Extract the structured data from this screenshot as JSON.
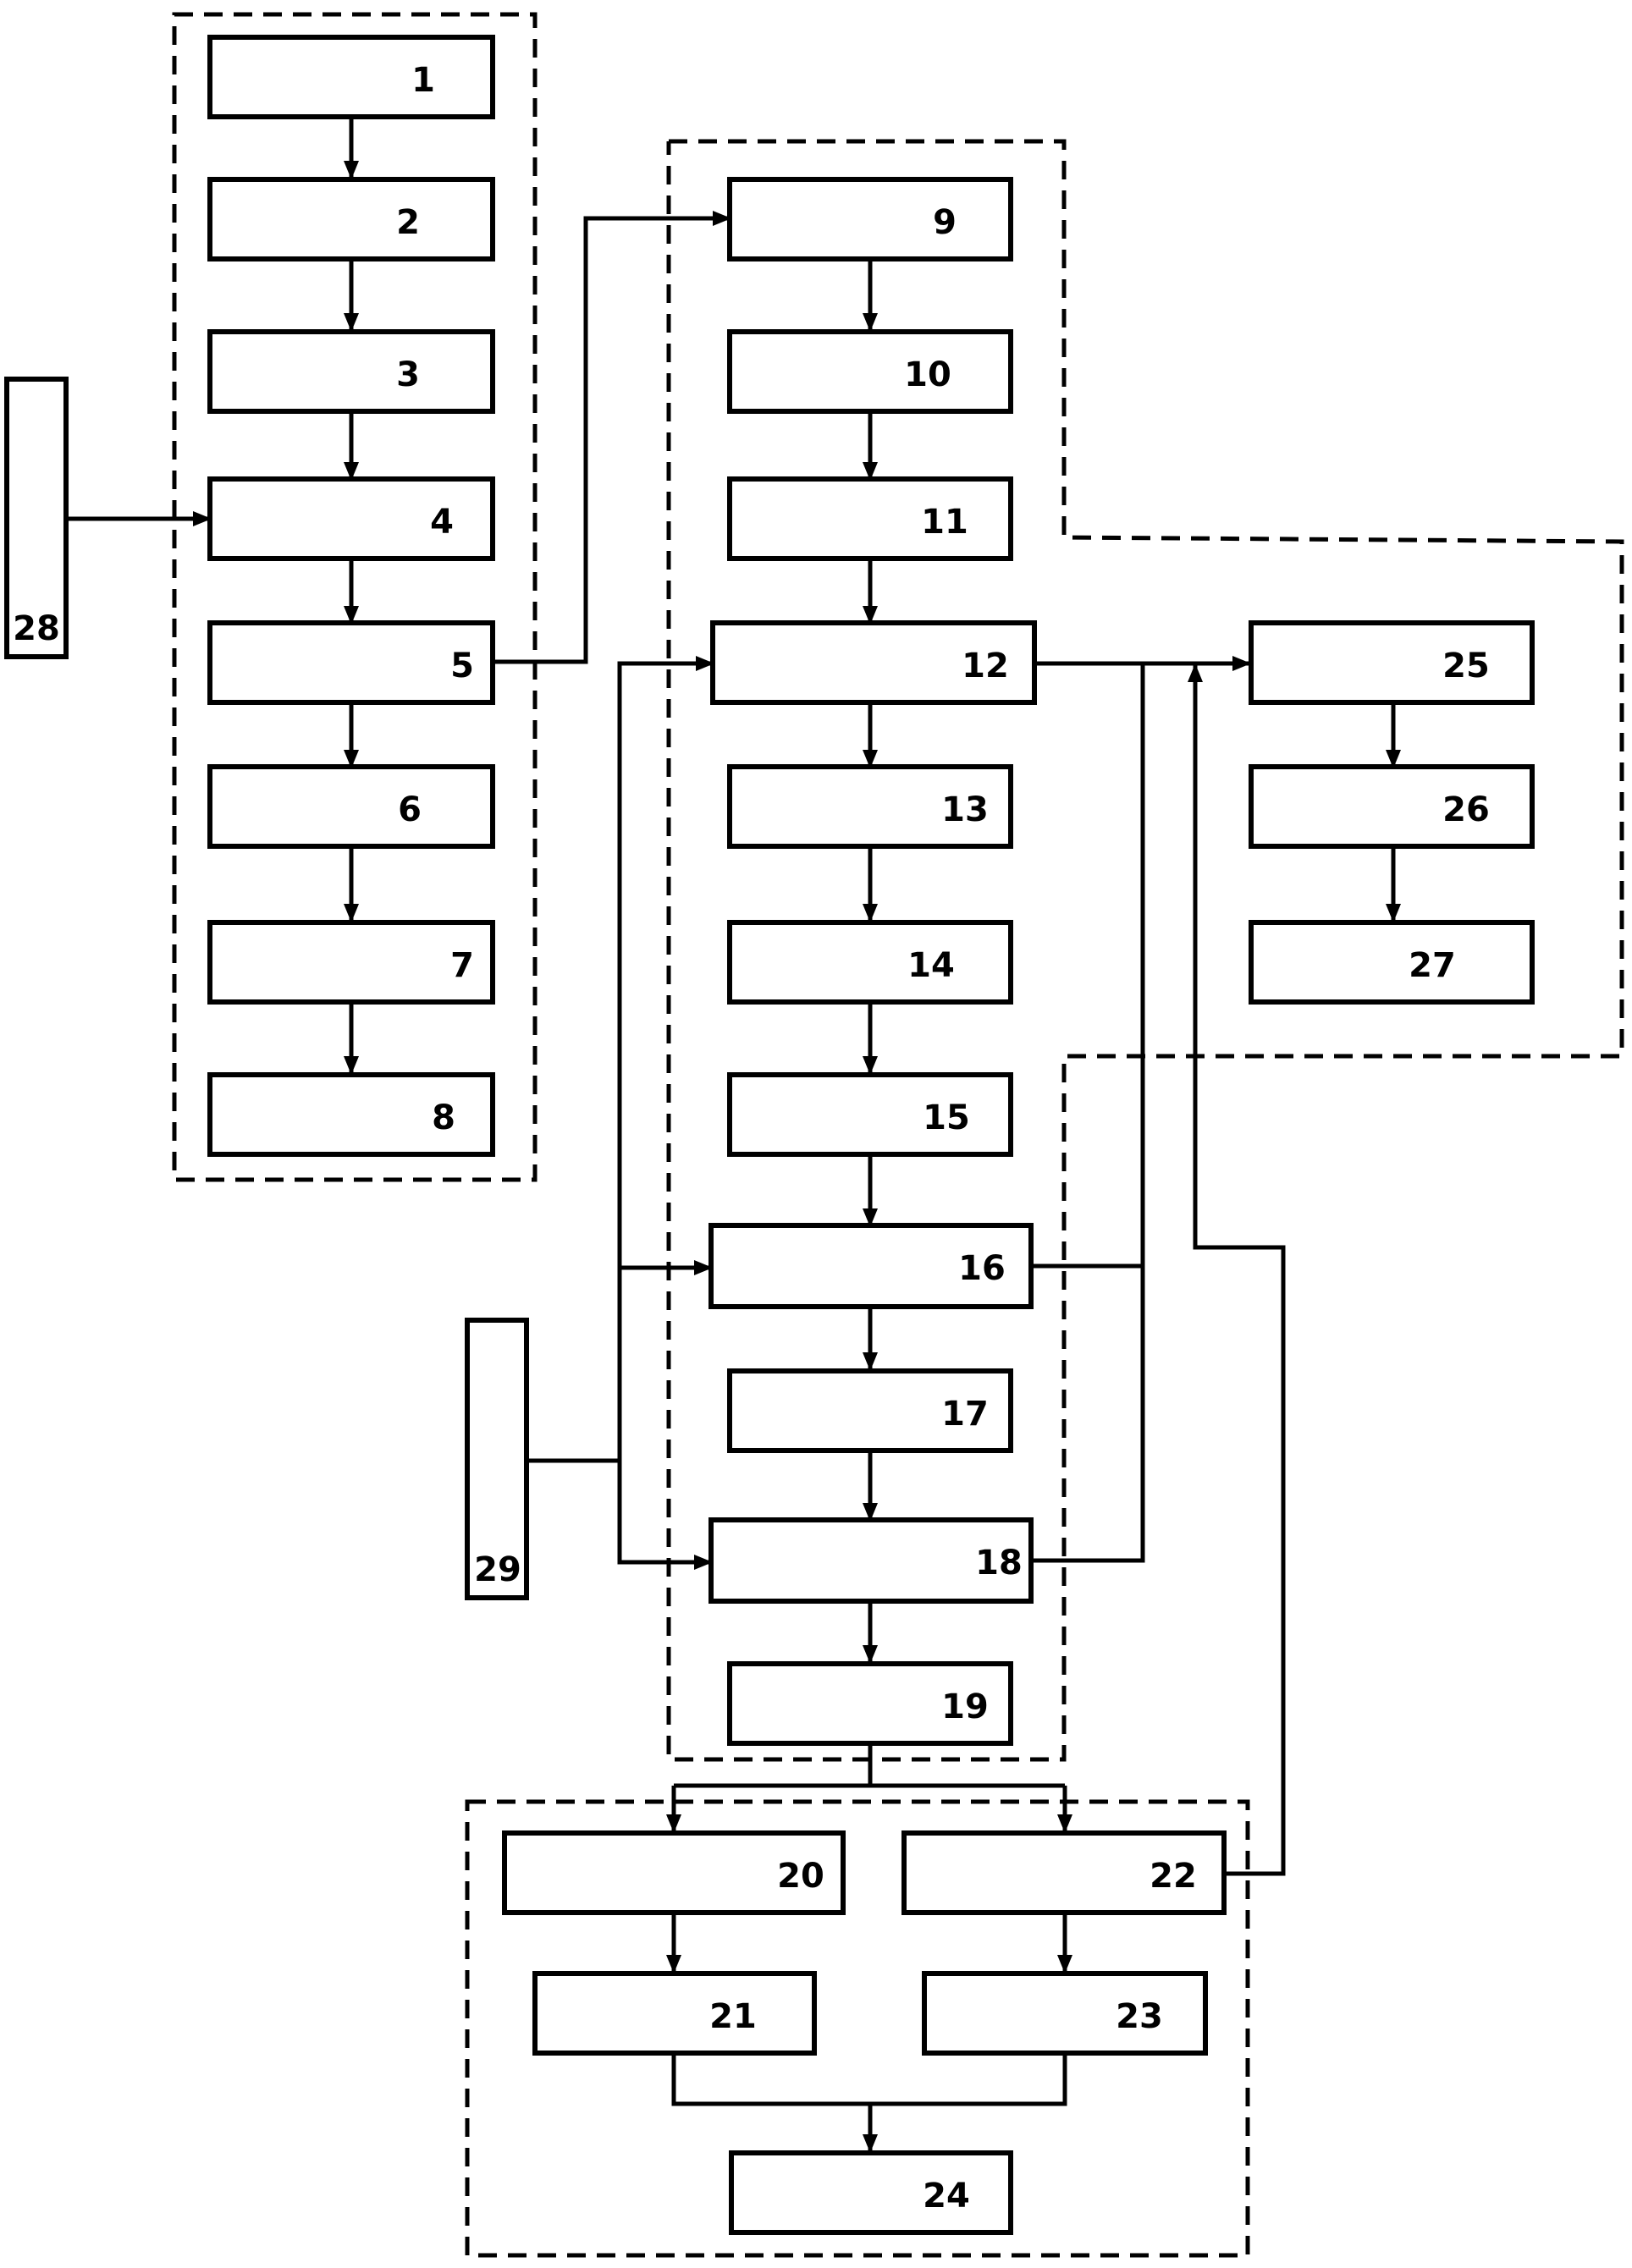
{
  "diagram": {
    "blocks": {
      "b1": "1",
      "b2": "2",
      "b3": "3",
      "b4": "4",
      "b5": "5",
      "b6": "6",
      "b7": "7",
      "b8": "8",
      "b9": "9",
      "b10": "10",
      "b11": "11",
      "b12": "12",
      "b13": "13",
      "b14": "14",
      "b15": "15",
      "b16": "16",
      "b17": "17",
      "b18": "18",
      "b19": "19",
      "b20": "20",
      "b21": "21",
      "b22": "22",
      "b23": "23",
      "b24": "24",
      "b25": "25",
      "b26": "26",
      "b27": "27",
      "b28": "28",
      "b29": "29"
    },
    "colors": {
      "line": "#000000",
      "background": "#ffffff"
    }
  }
}
